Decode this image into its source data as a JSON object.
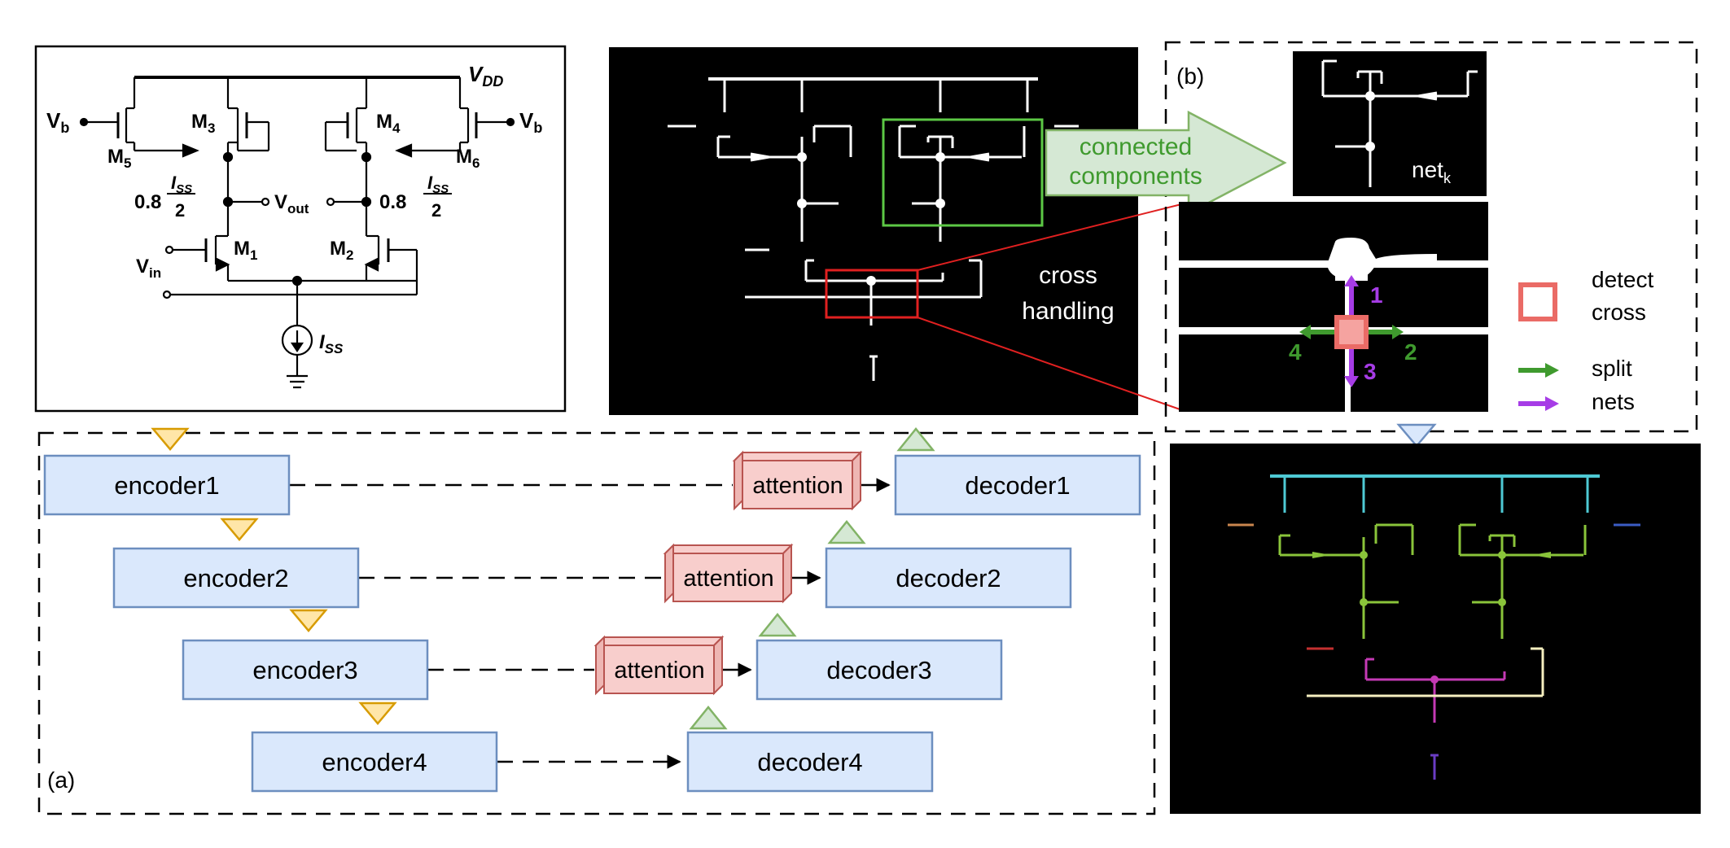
{
  "colors": {
    "encoder_fill": "#dae8fc",
    "encoder_stroke": "#6c8ebf",
    "attention_fill": "#f8cecc",
    "attention_stroke": "#b85450",
    "down_arrow_fill": "#ffe6a8",
    "down_arrow_stroke": "#d79b00",
    "up_arrow_fill": "#d5e8d4",
    "up_arrow_stroke": "#82b366",
    "cross_box": "#ea6b66",
    "split_green": "#3f9a2e",
    "nets_purple": "#a63ce6",
    "net_cyan": "#4ec9d4",
    "net_green": "#8ac43a",
    "net_magenta": "#c43ab5",
    "net_cream": "#f6efc0"
  },
  "circuit": {
    "vdd_label": "V",
    "vdd_sub": "DD",
    "vb_left": "V",
    "vb_left_sub": "b",
    "vb_right": "V",
    "vb_right_sub": "b",
    "m1": "M",
    "m1_sub": "1",
    "m2": "M",
    "m2_sub": "2",
    "m3": "M",
    "m3_sub": "3",
    "m4": "M",
    "m4_sub": "4",
    "m5": "M",
    "m5_sub": "5",
    "m6": "M",
    "m6_sub": "6",
    "coef_left": "0.8",
    "coef_right": "0.8",
    "iss_frac_top": "I",
    "iss_frac_sub": "SS",
    "iss_frac_den": "2",
    "vout": "V",
    "vout_sub": "out",
    "vin": "V",
    "vin_sub": "in",
    "iss": "I",
    "iss_sub": "SS"
  },
  "unet": {
    "encoders": [
      "encoder1",
      "encoder2",
      "encoder3",
      "encoder4"
    ],
    "decoders": [
      "decoder1",
      "decoder2",
      "decoder3",
      "decoder4"
    ],
    "attention": [
      "attention",
      "attention",
      "attention"
    ],
    "label": "(a)"
  },
  "middle": {
    "cross_label_1": "cross",
    "cross_label_2": "handling"
  },
  "panel_b": {
    "label": "(b)",
    "cc_line1": "connected",
    "cc_line2": "components",
    "net_label": "net",
    "net_sub": "k",
    "n1": "1",
    "n2": "2",
    "n3": "3",
    "n4": "4",
    "legend_detect_1": "detect",
    "legend_detect_2": "cross",
    "legend_split": "split",
    "legend_nets": "nets"
  }
}
